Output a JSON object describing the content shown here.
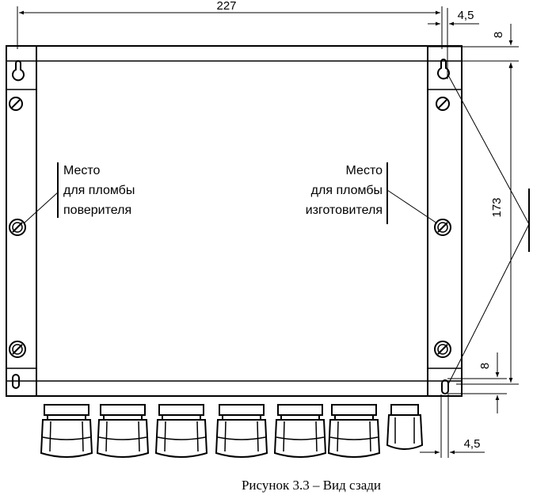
{
  "drawing": {
    "dimensions": {
      "width": "227",
      "offset_top_right": "4,5",
      "offset_bottom_right": "4,5",
      "top_vertical": "8",
      "bottom_vertical": "8",
      "height": "173"
    },
    "labels": {
      "left": [
        "Место",
        "для пломбы",
        "поверителя"
      ],
      "right": [
        "Место",
        "для пломбы",
        "изготовителя"
      ]
    },
    "caption": "Рисунок 3.3 – Вид сзади"
  }
}
